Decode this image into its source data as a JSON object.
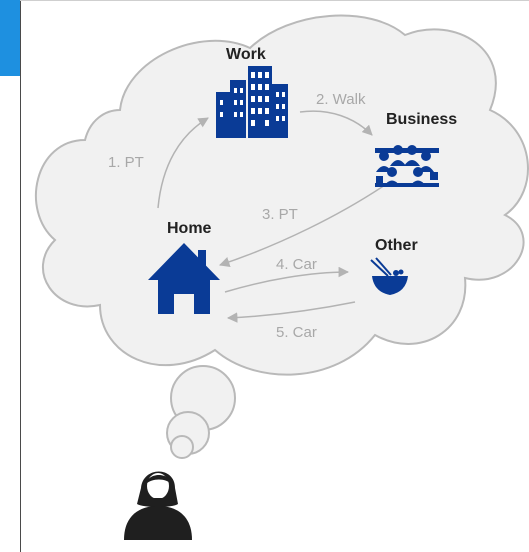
{
  "colors": {
    "icon": "#0a3b96",
    "cloud_stroke": "#b9b9b9",
    "cloud_fill": "#f1f1f1",
    "arrow": "#b3b3b3",
    "accent_blue": "#1e90e0",
    "person": "#1f1f1f"
  },
  "nodes": {
    "work": {
      "label": "Work",
      "icon": "office-building-icon"
    },
    "business": {
      "label": "Business",
      "icon": "meeting-group-icon"
    },
    "home": {
      "label": "Home",
      "icon": "house-icon"
    },
    "other": {
      "label": "Other",
      "icon": "food-bowl-icon"
    }
  },
  "edges": [
    {
      "label": "1. PT",
      "from": "Home",
      "to": "Work"
    },
    {
      "label": "2. Walk",
      "from": "Work",
      "to": "Business"
    },
    {
      "label": "3. PT",
      "from": "Business",
      "to": "Home"
    },
    {
      "label": "4. Car",
      "from": "Home",
      "to": "Other"
    },
    {
      "label": "5. Car",
      "from": "Other",
      "to": "Home"
    }
  ],
  "thinker_icon": "woman-avatar-icon"
}
